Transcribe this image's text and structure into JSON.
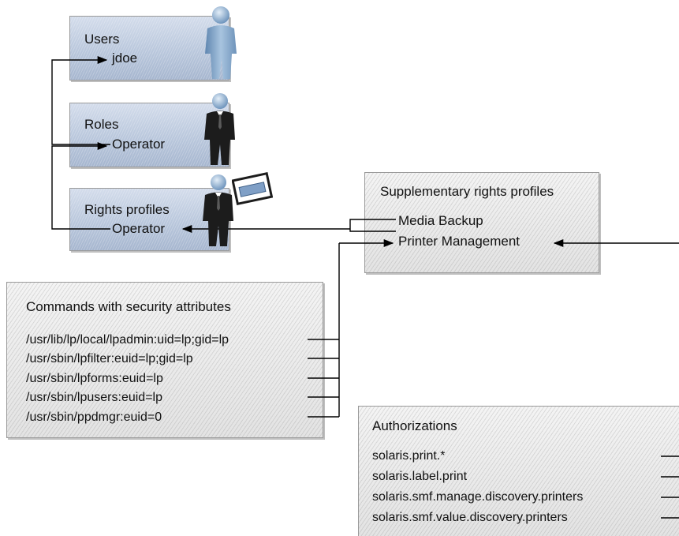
{
  "users": {
    "title": "Users",
    "item": "jdoe"
  },
  "roles": {
    "title": "Roles",
    "item": "Operator"
  },
  "rights_profiles": {
    "title": "Rights profiles",
    "item": "Operator"
  },
  "supplementary": {
    "title": "Supplementary rights profiles",
    "items": [
      "Media Backup",
      "Printer Management"
    ]
  },
  "commands": {
    "title": "Commands with security attributes",
    "items": [
      "/usr/lib/lp/local/lpadmin:uid=lp;gid=lp",
      "/usr/sbin/lpfilter:euid=lp;gid=lp",
      "/usr/sbin/lpforms:euid=lp",
      "/usr/sbin/lpusers:euid=lp",
      "/usr/sbin/ppdmgr:euid=0"
    ]
  },
  "authorizations": {
    "title": "Authorizations",
    "items": [
      "solaris.print.*",
      "solaris.label.print",
      "solaris.smf.manage.discovery.printers",
      "solaris.smf.value.discovery.printers"
    ]
  },
  "colors": {
    "box_blue": "#b9c7dc",
    "box_gray": "#e6e6e6",
    "person_blue": "#7fa3c9",
    "person_suit": "#1c1c1c",
    "line": "#000000"
  },
  "icons": [
    "user-icon",
    "role-person-icon",
    "profile-person-icon",
    "profile-card-icon"
  ]
}
